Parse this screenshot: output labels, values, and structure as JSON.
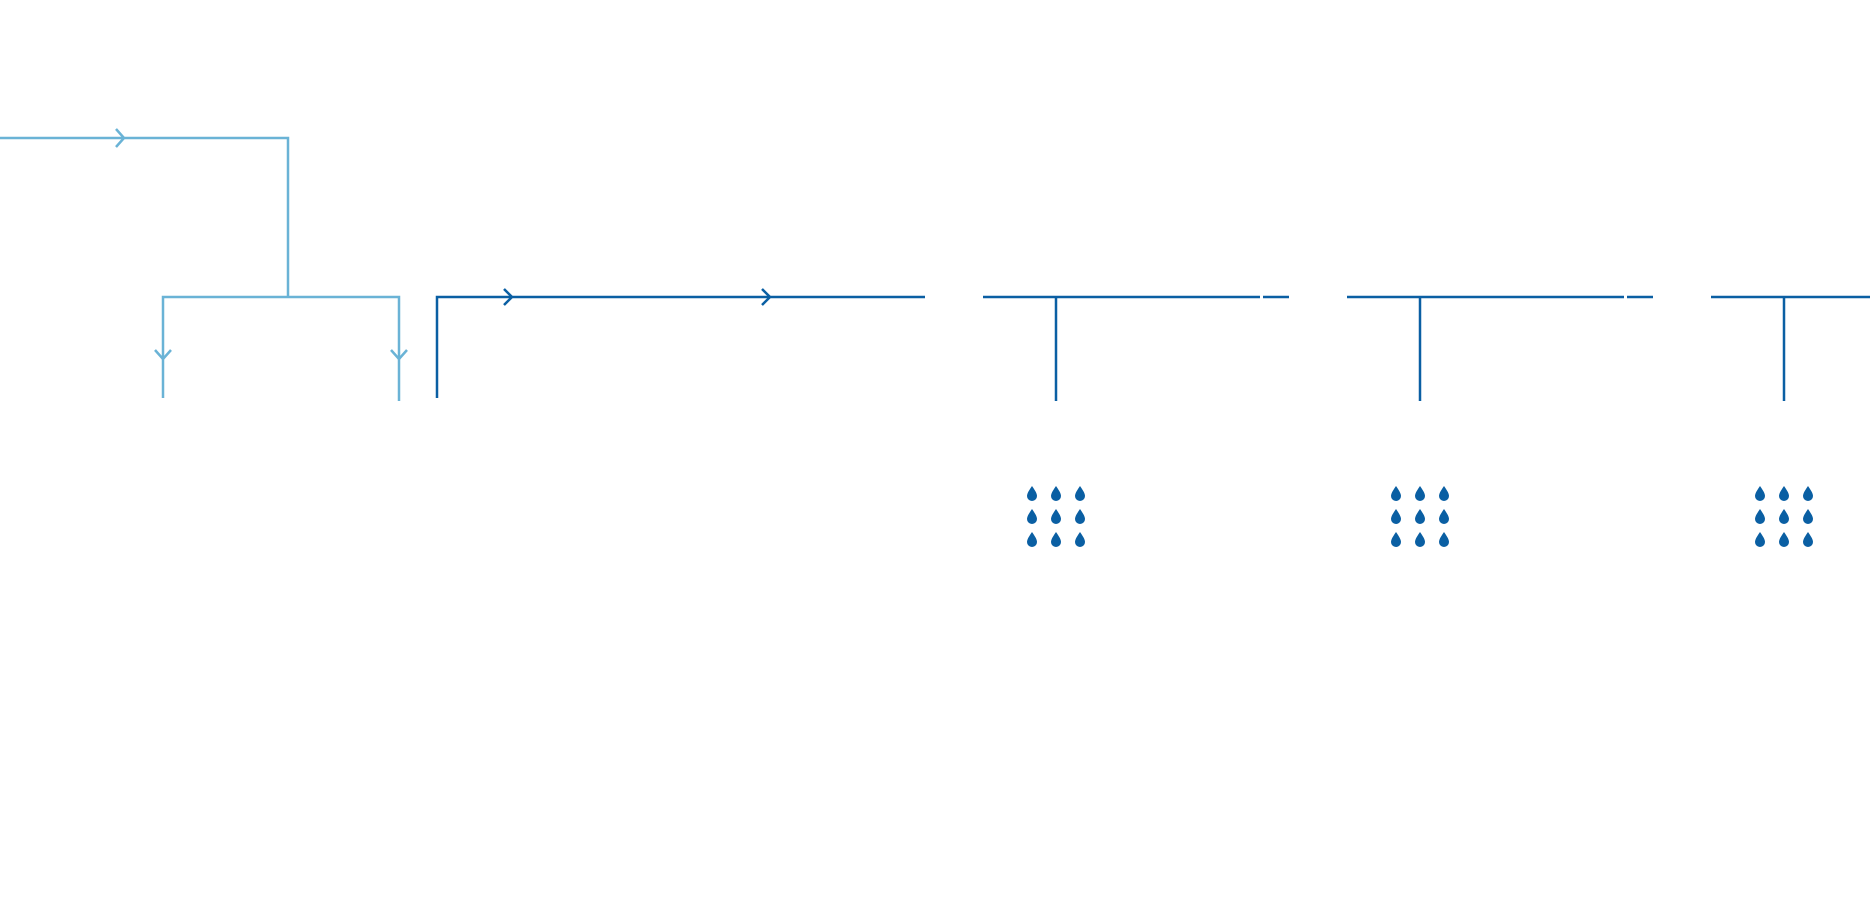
{
  "colors": {
    "supply_light": "#6ab3d6",
    "supply_dark": "#0a5fa3",
    "water_drop": "#0a5fa3",
    "background": "#ffffff"
  },
  "icons": {
    "flow_arrow": "chevron-right-icon",
    "down_arrow": "chevron-down-icon",
    "water": "water-drop-icon"
  },
  "sprinkler_heads": [
    {
      "name": "sprinkler-head-1",
      "drop_grid": [
        3,
        3
      ]
    },
    {
      "name": "sprinkler-head-2",
      "drop_grid": [
        3,
        3
      ]
    },
    {
      "name": "sprinkler-head-3",
      "drop_grid": [
        3,
        3
      ]
    }
  ]
}
